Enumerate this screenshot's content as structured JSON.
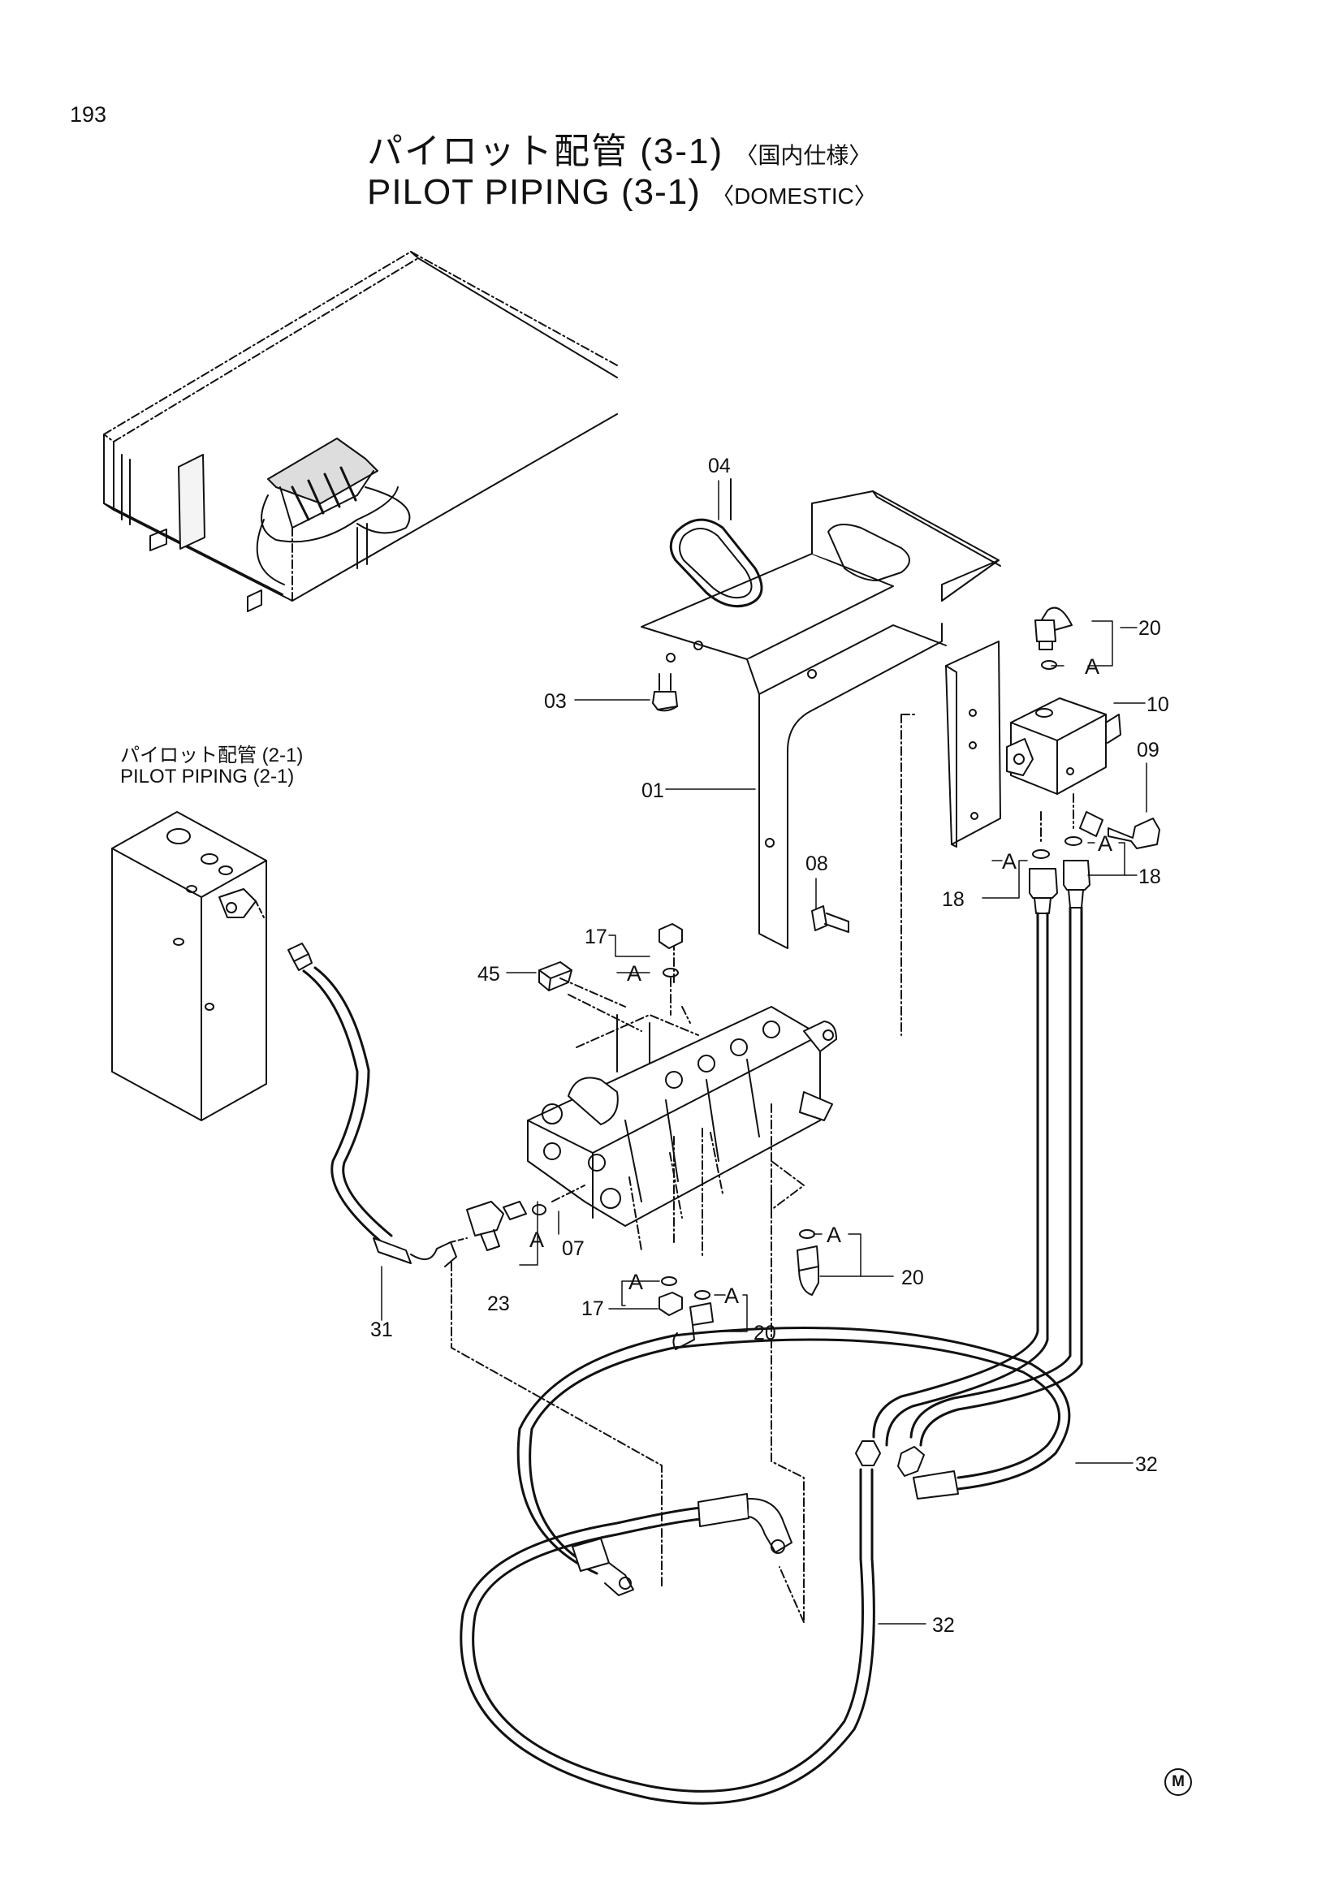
{
  "page_number": "193",
  "title": {
    "ja_main": "パイロット配管 (3-1)",
    "ja_variant": "〈国内仕様〉",
    "en_main": "PILOT PIPING (3-1)",
    "en_variant": "〈DOMESTIC〉"
  },
  "reference": {
    "ja": "パイロット配管 (2-1)",
    "en": "PILOT PIPING (2-1)"
  },
  "callouts": {
    "p01": "01",
    "p03": "03",
    "p04": "04",
    "p07": "07",
    "p08": "08",
    "p09": "09",
    "p10": "10",
    "p17a": "17",
    "p17b": "17",
    "p18a": "18",
    "p18b": "18",
    "p20a": "20",
    "p20b": "20",
    "p20c": "20",
    "p23": "23",
    "p31": "31",
    "p32a": "32",
    "p32b": "32",
    "p45": "45"
  },
  "seal_marks": {
    "a1": "A",
    "a2": "A",
    "a3": "A",
    "a4": "A",
    "a5": "A",
    "a6": "A",
    "a7": "A",
    "a8": "A"
  },
  "corner_mark": "M"
}
